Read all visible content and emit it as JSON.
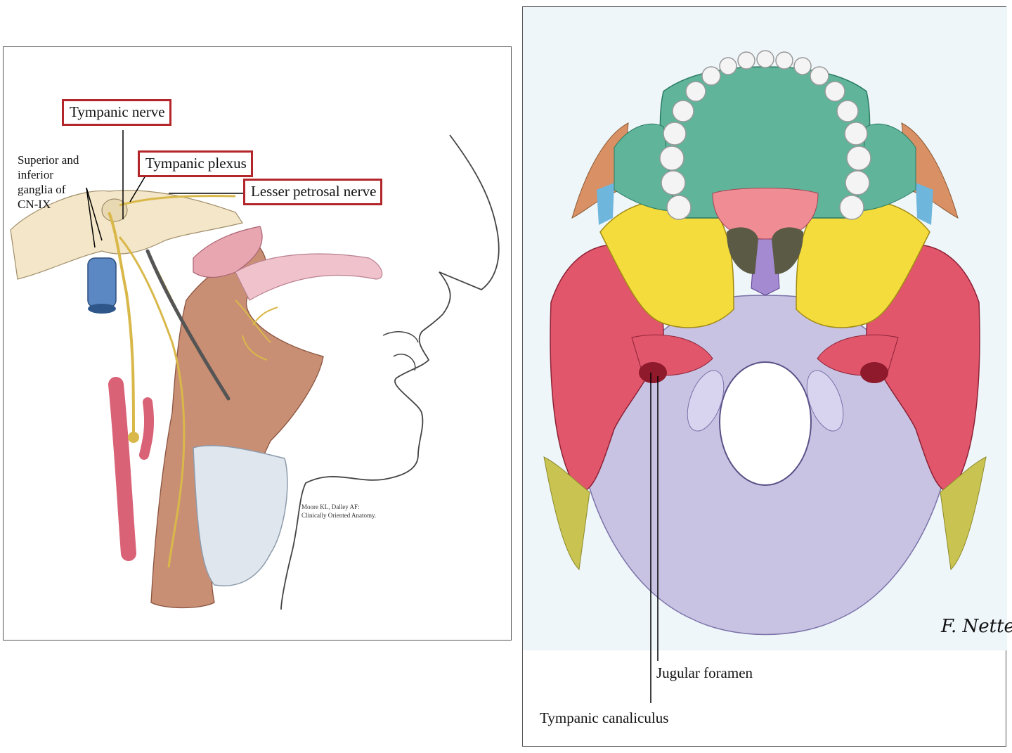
{
  "left_figure": {
    "labels": {
      "tympanic_nerve": "Tympanic nerve",
      "tympanic_plexus": "Tympanic plexus",
      "lesser_petrosal_nerve": "Lesser petrosal nerve",
      "ganglia": "Superior and\ninferior\nganglia of\nCN-IX"
    },
    "credit": "Moore KL, Dalley AF:\nClinically Oriented Anatomy."
  },
  "right_figure": {
    "labels": {
      "jugular_foramen": "Jugular foramen",
      "tympanic_canaliculus": "Tympanic canaliculus"
    },
    "signature": "F. Netter"
  },
  "colors": {
    "highlight_box": "#b3262a",
    "maxilla_green": "#5fb49a",
    "sphenoid_yellow": "#f3dc3c",
    "temporal_red": "#e2566b",
    "occipital_lavender": "#c9c3e3",
    "background_blue": "#eef6fa"
  }
}
